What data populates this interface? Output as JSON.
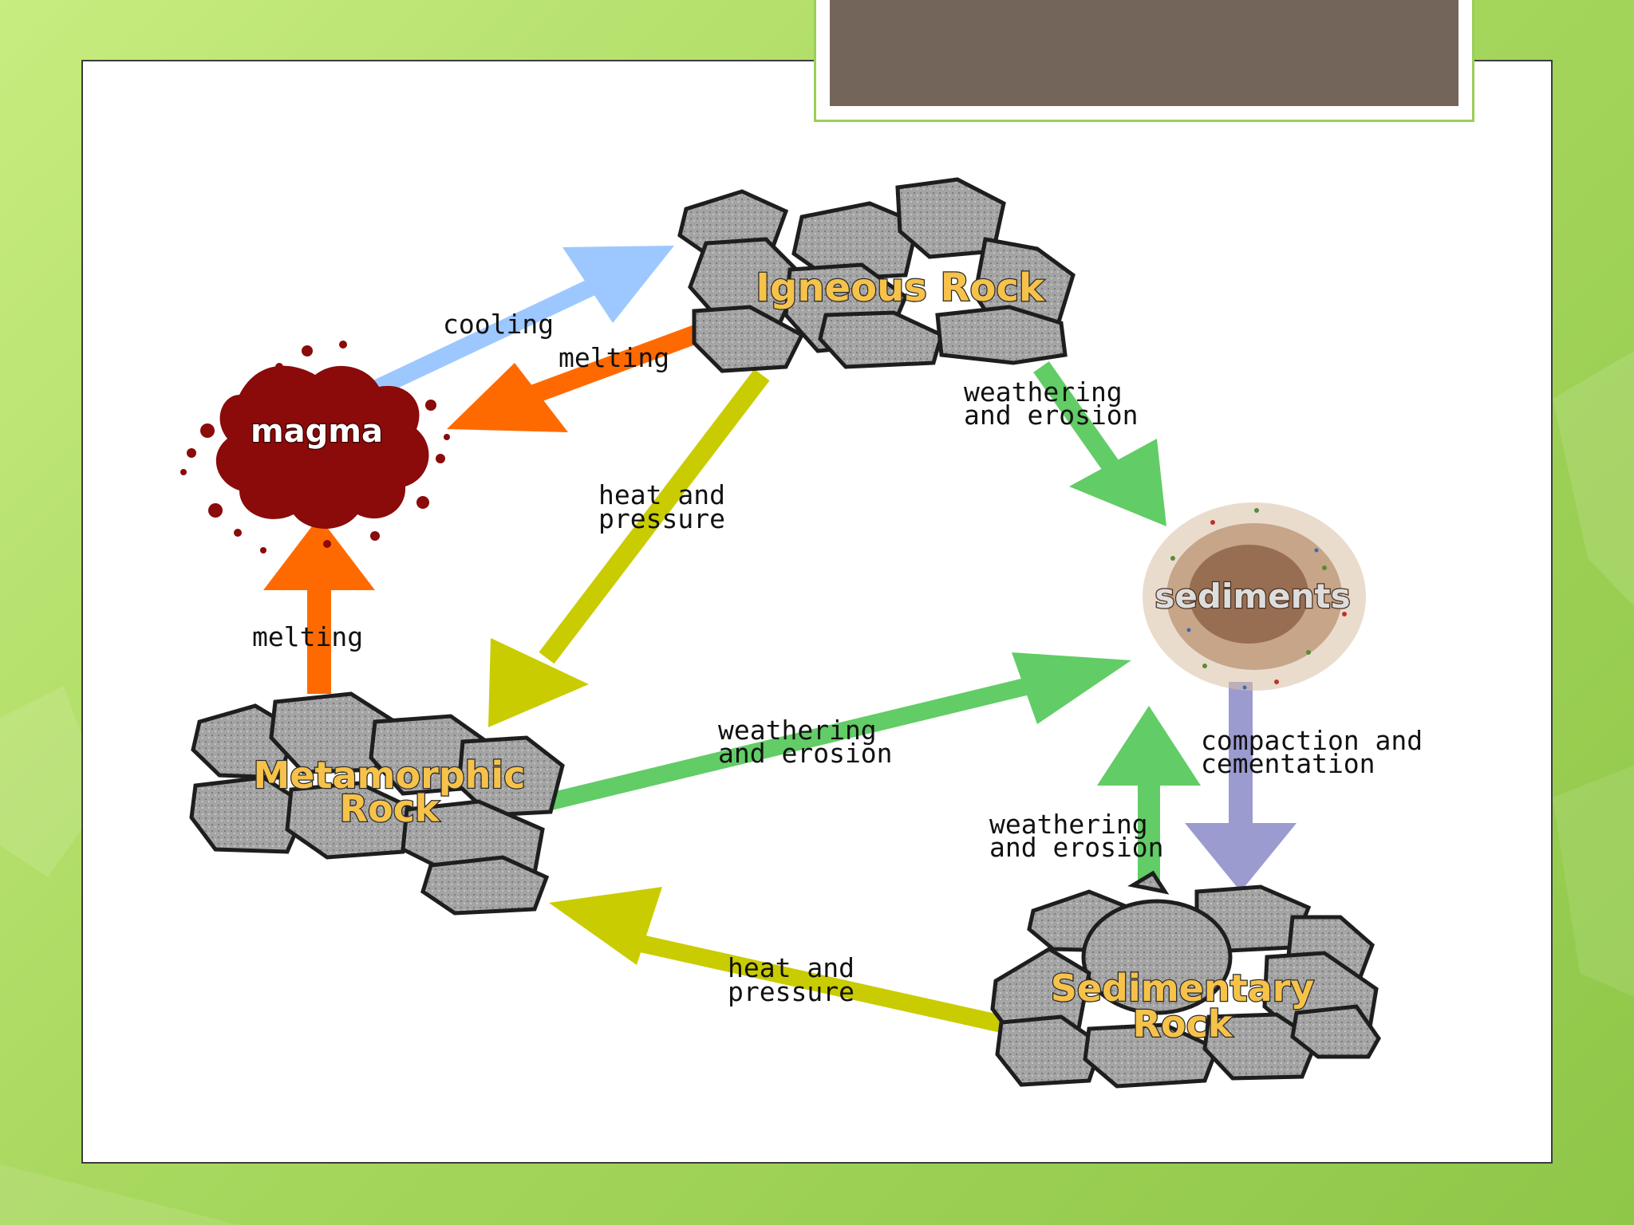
{
  "slide": {
    "title": "",
    "colors": {
      "background": "#b4e06a",
      "title_box": "#736559",
      "accent_border": "#9bcf55"
    }
  },
  "diagram": {
    "nodes": {
      "igneous": "Igneous Rock",
      "magma": "magma",
      "sediments": "sediments",
      "metamorphic_line1": "Metamorphic",
      "metamorphic_line2": "Rock",
      "sedimentary_line1": "Sedimentary",
      "sedimentary_line2": "Rock"
    },
    "edges": {
      "cooling": "cooling",
      "melting_igneous": "melting",
      "melting_metamorphic": "melting",
      "heat_pressure_1_line1": "heat and",
      "heat_pressure_1_line2": "pressure",
      "heat_pressure_2_line1": "heat and",
      "heat_pressure_2_line2": "pressure",
      "weathering_1_line1": "weathering",
      "weathering_1_line2": "and erosion",
      "weathering_2_line1": "weathering",
      "weathering_2_line2": "and erosion",
      "weathering_3_line1": "weathering",
      "weathering_3_line2": "and erosion",
      "compaction_line1": "compaction and",
      "compaction_line2": "cementation"
    },
    "arrow_colors": {
      "cooling": "#9dc8ff",
      "melting": "#ff6a00",
      "heat_pressure": "#c9cc00",
      "weathering": "#62cc66",
      "compaction": "#9b9bd0"
    },
    "node_colors": {
      "rock": "#9a9a9a",
      "magma": "#8b0a0a",
      "sediments": "#8a5a3a"
    }
  }
}
